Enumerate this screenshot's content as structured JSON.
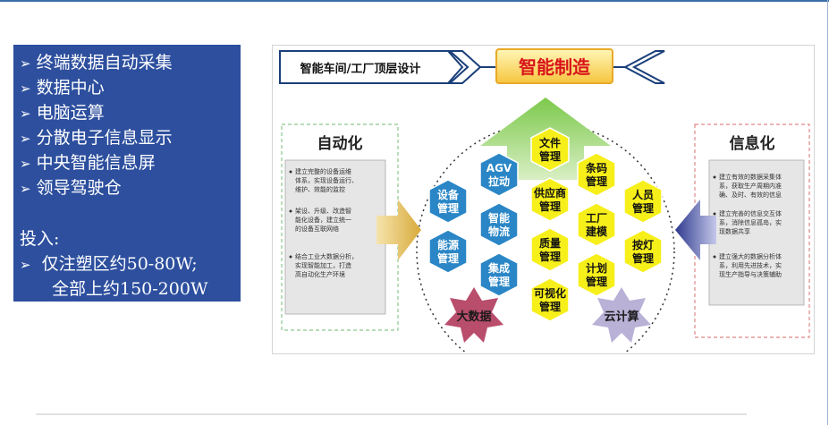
{
  "left_panel": {
    "bullet": "➢",
    "items": [
      "终端数据自动采集",
      "数据中心",
      "电脑运算",
      "分散电子信息显示",
      "中央智能信息屏",
      "领导驾驶仓"
    ],
    "invest_title": "投入:",
    "invest_line1": "仅注塑区约50-80W;",
    "invest_line2": "全部上约150-200W"
  },
  "figure": {
    "header_label": "智能车间/工厂顶层设计",
    "banner": "智能制造",
    "left_title": "自动化",
    "right_title": "信息化",
    "left_bullets": [
      "建立完整的设备运维体系，实现设备运行、维护、效能的监控",
      "架设、升级、改造智能化设备，建立统一的设备互联网络",
      "结合工业大数据分析，实现智能加工，打造高自动化生产环境"
    ],
    "right_bullets": [
      "建立有效的数据采集体系，获取生产周期内准确、及时、有效的信息",
      "建立完善的信息交互体系，消除信息孤岛，实现数据共享",
      "建立强大的数据分析体系，利用先进技术，实现生产指导与决策辅助"
    ],
    "hexagons": {
      "agv": [
        "AGV",
        "拉动"
      ],
      "equipment": [
        "设备",
        "管理"
      ],
      "energy": [
        "能源",
        "管理"
      ],
      "smart_logistics": [
        "智能",
        "物流"
      ],
      "integration": [
        "集成",
        "管理"
      ],
      "document": [
        "文件",
        "管理"
      ],
      "supplier": [
        "供应商",
        "管理"
      ],
      "quality": [
        "质量",
        "管理"
      ],
      "visual": [
        "可视化",
        "管理"
      ],
      "barcode": [
        "条码",
        "管理"
      ],
      "factory_model": [
        "工厂",
        "建模"
      ],
      "plan": [
        "计划",
        "管理"
      ],
      "personnel": [
        "人员",
        "管理"
      ],
      "andon": [
        "按灯",
        "管理"
      ]
    },
    "big_data": "大数据",
    "cloud": "云计算"
  }
}
